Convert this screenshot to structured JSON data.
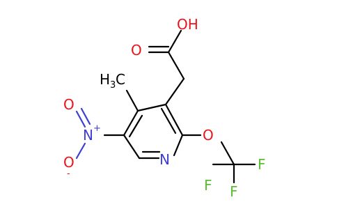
{
  "molecule": {
    "atoms": {
      "hydroxyl": "OH",
      "carbonyl_o": "O",
      "methyl_h": "H",
      "methyl_sub": "3",
      "methyl_c": "C",
      "nitro_n": "N",
      "nitro_plus": "+",
      "nitro_o_top": "O",
      "nitro_o_bottom": "O",
      "nitro_minus": "-",
      "ring_n": "N",
      "ether_o": "O",
      "f_right": "F",
      "f_left": "F",
      "f_bottom": "F"
    },
    "colors": {
      "oxygen": "#e8141b",
      "nitrogen": "#3d3dd8",
      "fluorine": "#5cbd2e",
      "carbon": "#000000"
    }
  }
}
